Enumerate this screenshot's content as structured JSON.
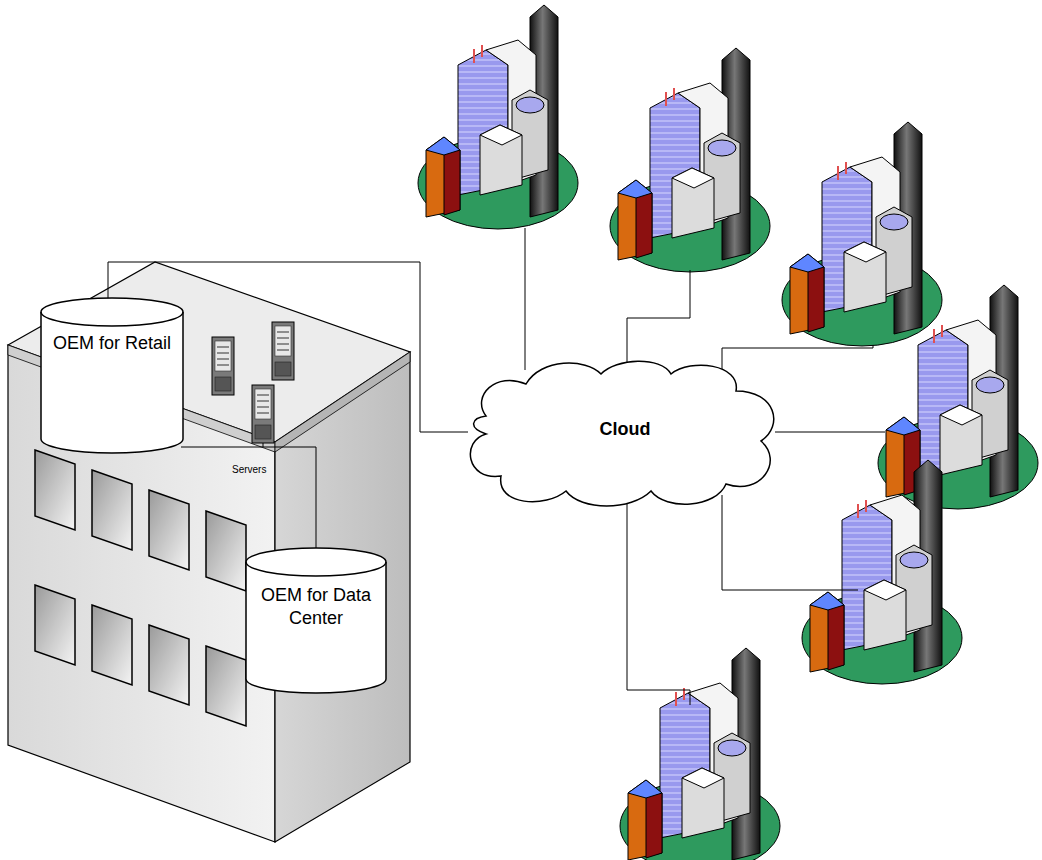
{
  "diagram": {
    "nodes": [
      {
        "text": [
          "OEM for Retail"
        ]
      },
      {
        "text": [
          "OEM for Data Center"
        ]
      },
      {
        "text": [
          "Cloud"
        ]
      }
    ],
    "edges": [
      {
        "from": 0,
        "to": 2,
        "arrow": "none"
      },
      {
        "from": 0,
        "to": 1,
        "arrow": "none"
      }
    ],
    "labels": [
      "Servers"
    ]
  }
}
